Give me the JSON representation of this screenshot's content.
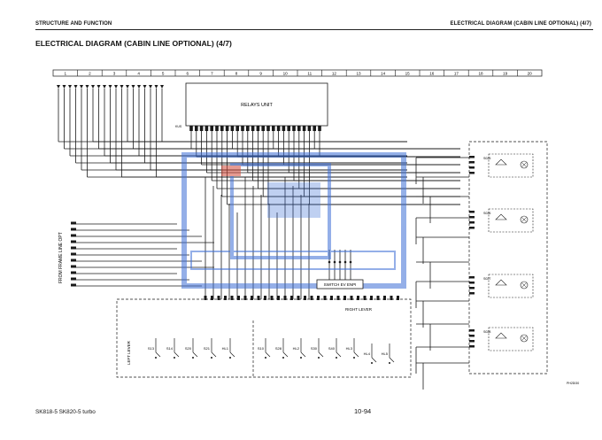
{
  "header": {
    "left": "STRUCTURE AND FUNCTION",
    "right": "ELECTRICAL DIAGRAM (CABIN LINE OPTIONAL) (4/7)"
  },
  "page_title": "ELECTRICAL DIAGRAM (CABIN LINE  OPTIONAL) (4/7)",
  "grid_columns": [
    "1",
    "2",
    "3",
    "4",
    "5",
    "6",
    "7",
    "8",
    "9",
    "10",
    "11",
    "12",
    "13",
    "14",
    "15",
    "16",
    "17",
    "18",
    "19",
    "20"
  ],
  "labels": {
    "relays_unit": "RELAYS UNIT",
    "from_frame": "FROM FRAME LINE OPT",
    "switch_box": "SWITCH EV ENPI",
    "right_lever": "RIGHT LEVER",
    "left_lever": "LEFT LEVER",
    "figure_code": "PH2DI30"
  },
  "switches_left": [
    "S13",
    "S14",
    "S20",
    "S21",
    "HL1"
  ],
  "switches_right": [
    "S10",
    "S28",
    "HL2",
    "S30",
    "S40",
    "HL3",
    "HL4",
    "HL5"
  ],
  "solenoid_labels": [
    "S025",
    "S026",
    "S027",
    "S028"
  ],
  "footer": {
    "model": "SK818-5  SK820-5 turbo",
    "page": "10-94"
  },
  "colors": {
    "line": "#1a1a1a",
    "watermark": "#3d6fd6"
  }
}
